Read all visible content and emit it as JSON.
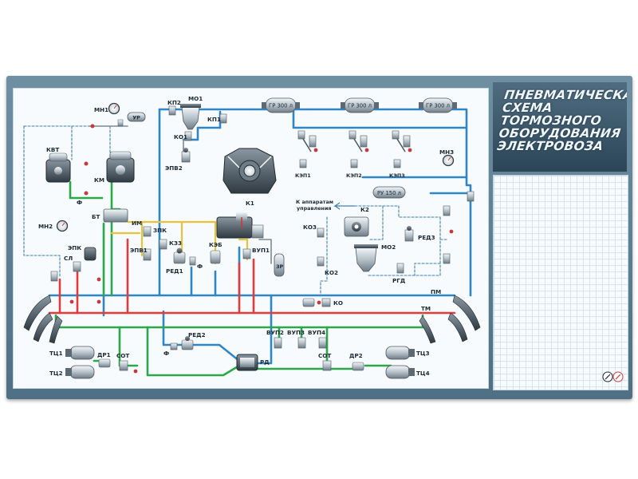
{
  "title": {
    "lines": [
      "ПНЕВМАТИЧЕСКАЯ",
      "СХЕМА",
      "ТОРМОЗНОГО",
      "ОБОРУДОВАНИЯ",
      "ЭЛЕКТРОВОЗА"
    ]
  },
  "labels": {
    "mn1": "МН1",
    "ur": "УР",
    "kp2": "КП2",
    "mo1": "МО1",
    "kp1": "КП1",
    "ko1": "КО1",
    "epv2": "ЭПВ2",
    "k1": "К1",
    "gr1": "ГР 300 л",
    "gr2": "ГР 300 л",
    "gr3": "ГР 300 л",
    "kep1": "КЭП1",
    "kep2": "КЭП2",
    "kep3": "КЭП3",
    "mn3": "МН3",
    "ru": "РУ 150 л",
    "to_apparatus": "К аппаратам\nуправления",
    "k2": "К2",
    "ko3": "КО3",
    "mo2": "МО2",
    "red3": "РЕД3",
    "ko2": "КО2",
    "rgd": "РГД",
    "kvt": "КВТ",
    "km": "КМ",
    "f1": "Ф",
    "bt": "БТ",
    "im": "ИМ",
    "zpk": "ЗПК",
    "kz3": "КЗ3",
    "epv1": "ЭПВ1",
    "red1": "РЕД1",
    "f2": "Ф",
    "keb": "КЭБ",
    "vup1": "ВУП1",
    "zr": "ЗР",
    "mn2": "МН2",
    "epk": "ЭПК",
    "sl": "СЛ",
    "pm": "ПМ",
    "ko": "КО",
    "tm": "ТМ",
    "red2": "РЕД2",
    "f3": "Ф",
    "rd": "РД",
    "vup2": "ВУП2",
    "vup3": "ВУП3",
    "vup4": "ВУП4",
    "tc1": "ТЦ1",
    "tc2": "ТЦ2",
    "dr1": "ДР1",
    "sot1": "СОТ",
    "sot2": "СОТ",
    "dr2": "ДР2",
    "tc3": "ТЦ3",
    "tc4": "ТЦ4"
  },
  "colors": {
    "pm_line": "#2f86c6",
    "tm_line": "#e23b3b",
    "green_line": "#2aa84a",
    "yellow_line": "#e8c23a",
    "control_line": "#3f7fb0",
    "gray_line": "#7d8a94"
  },
  "icons": [
    "pressure-gauge-icon",
    "valve-icon",
    "compressor-icon",
    "reservoir-icon",
    "hose-icon",
    "brake-cylinder-icon"
  ]
}
